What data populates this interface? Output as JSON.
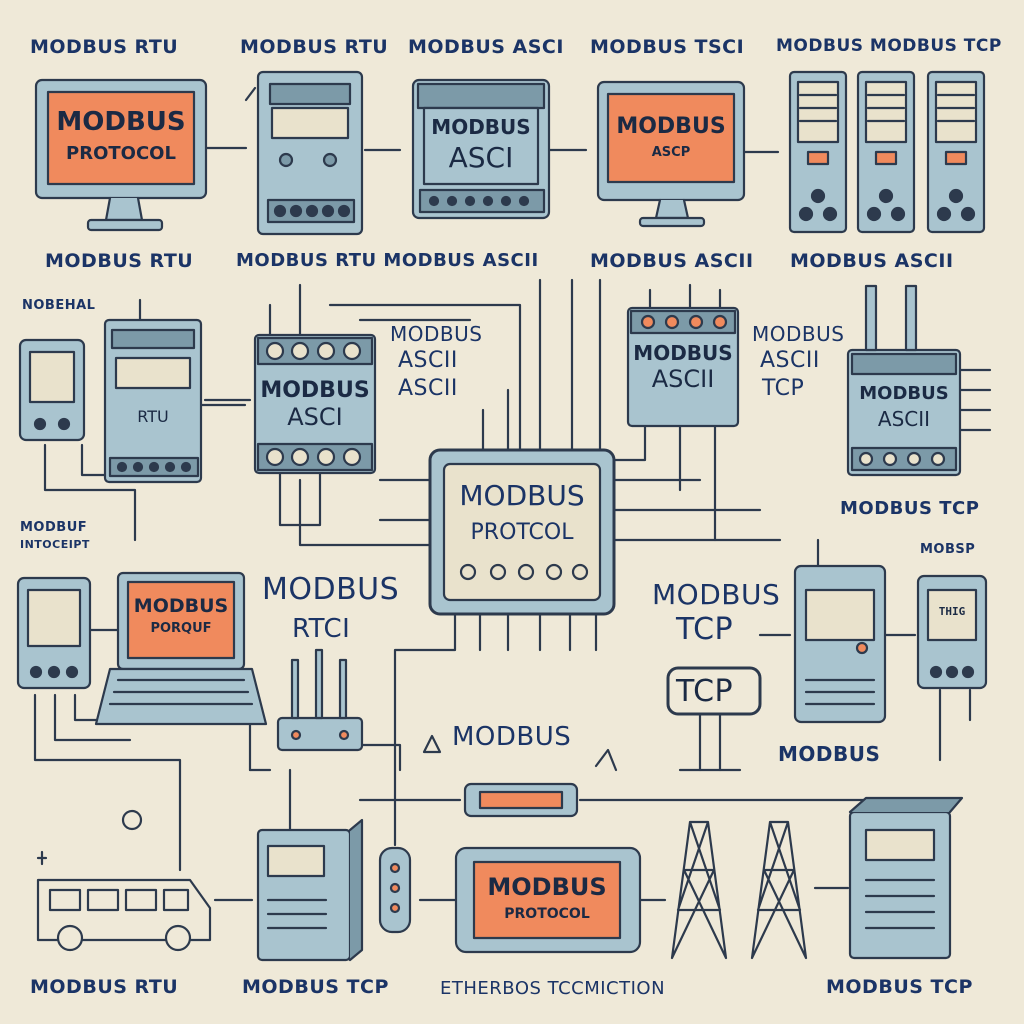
{
  "colors": {
    "background": "#efe9d8",
    "ink": "#2d3a4d",
    "text": "#1b3466",
    "device_fill": "#a9c4cf",
    "device_dark": "#7c9aa8",
    "screen_orange": "#f08a5d",
    "screen_light": "#e9e2cc"
  },
  "labels": {
    "top_1": "MODBUS RTU",
    "top_2": "MODBUS RTU",
    "top_3": "MODBUS ASCI",
    "top_4": "MODBUS TSCI",
    "top_5": "MODBUS MODBUS TCP",
    "row2_1": "MODBUS RTU",
    "row2_2": "MODBUS RTU MODBUS ASCII",
    "row2_3": "MODBUS ASCII",
    "row2_4": "MODBUS  ASCII",
    "left_tag_1": "NOBEHAL",
    "left_tag_2": "MODBUF",
    "left_tag_3": "INTOCEIPT",
    "mid_ascii_a1": "MODBUS",
    "mid_ascii_a2": "ASCII",
    "mid_ascii_a3": "ASCII",
    "mid_ascii_b1": "MODBUS",
    "mid_ascii_b2": "ASCII",
    "mid_ascii_b3": "TCP",
    "modbus_tcp_right": "MODBUS TCP",
    "mobsp": "MOBSP",
    "modbus_big": "MODBUS",
    "rtci": "RTCI",
    "modbus_tcp_mid_1": "MODBUS",
    "modbus_tcp_mid_2": "TCP",
    "tcp_badge": "TCP",
    "modbus_center_low": "MODBUS",
    "modbus_right_low": "MODBUS",
    "bottom_1": "MODBUS RTU",
    "bottom_2": "MODBUS TCP",
    "bottom_3": "ETHERBOS TCCMICTION",
    "bottom_4": "MODBUS TCP"
  },
  "screens": {
    "monitor_tl_1": "MODBUS",
    "monitor_tl_2": "PROTOCOL",
    "device_ascii_1": "MODBUS",
    "device_ascii_2": "ASCI",
    "monitor_tr_1": "MODBUS",
    "monitor_tr_2": "ASCP",
    "rtu_box": "RTU",
    "ascii_module_1": "MODBUS",
    "ascii_module_2": "ASCI",
    "ascii_module_r_1": "MODBUS",
    "ascii_module_r_2": "ASCII",
    "ascii_box_far_1": "MODBUS",
    "ascii_box_far_2": "ASCII",
    "center_1": "MODBUS",
    "center_2": "PROTCOL",
    "laptop_1": "MODBUS",
    "laptop_2": "PORQUF",
    "tablet_1": "MODBUS",
    "tablet_2": "PROTOCOL",
    "thing_device": "THIG"
  }
}
